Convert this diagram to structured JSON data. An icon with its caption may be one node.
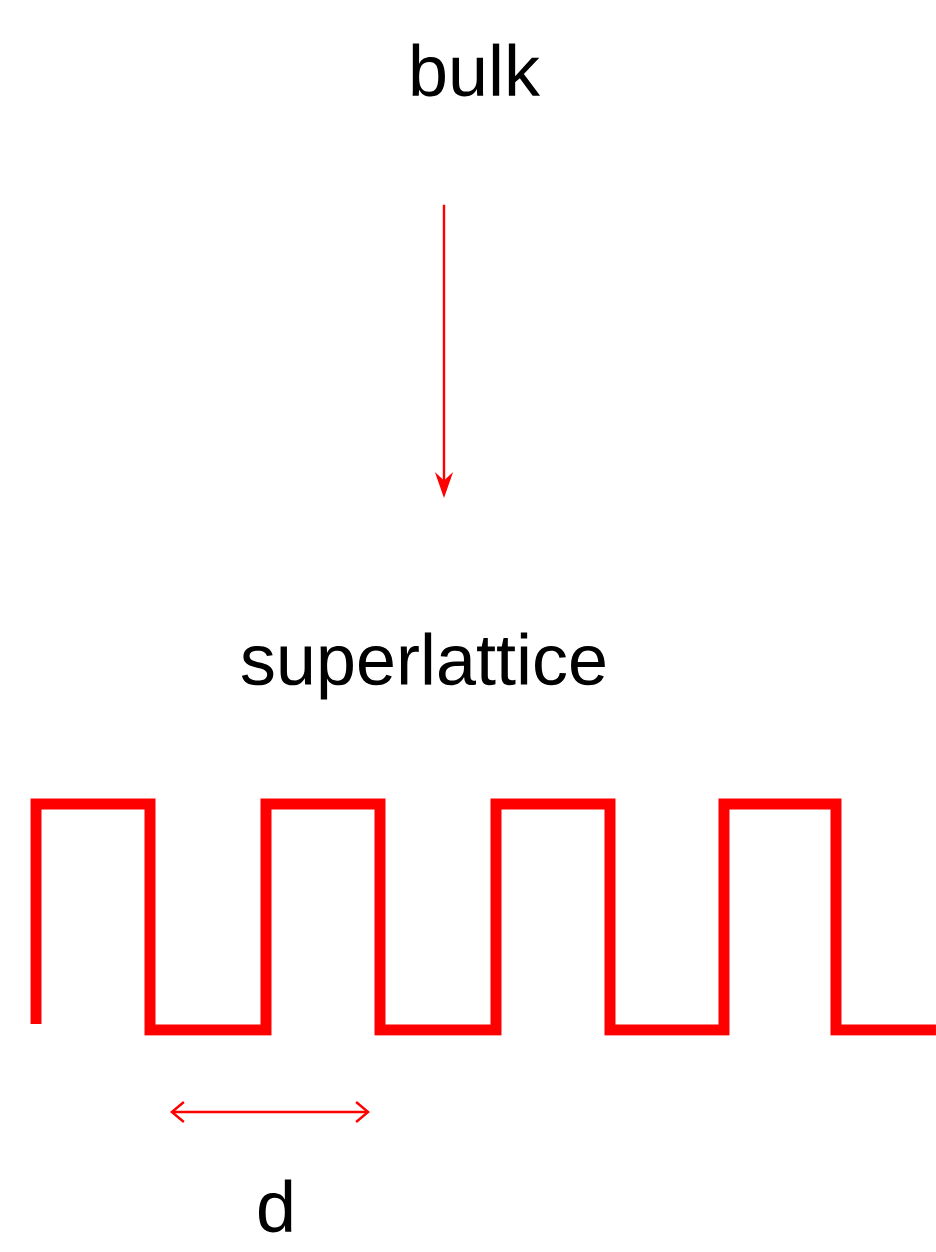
{
  "diagram": {
    "nodes": [
      {
        "text": [
          "bulk"
        ]
      },
      {
        "text": [
          "superlattice"
        ]
      }
    ],
    "edges": [
      {
        "from": 0,
        "to": 1,
        "arrow": "to"
      }
    ],
    "labels": [
      "d"
    ]
  }
}
